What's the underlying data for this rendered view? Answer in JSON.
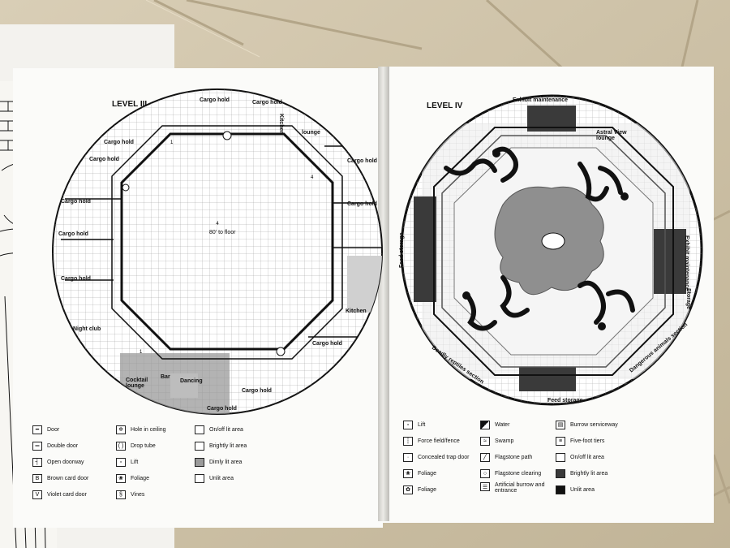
{
  "left_page": {
    "level_title": "LEVEL III",
    "labels": {
      "cargo_hold": "Cargo hold",
      "kitchen": "Kitchen",
      "lounge": "lounge",
      "floor_note": "80' to floor",
      "night_club": "Night club",
      "cocktail_lounge": "Cocktail lounge",
      "bar": "Bar",
      "dancing": "Dancing"
    },
    "legend": [
      {
        "icon": "door-icon",
        "label": "Door"
      },
      {
        "icon": "double-door-icon",
        "label": "Double door"
      },
      {
        "icon": "open-doorway-icon",
        "label": "Open doorway"
      },
      {
        "icon": "B",
        "label": "Brown card door"
      },
      {
        "icon": "V",
        "label": "Violet card door"
      },
      {
        "icon": "hole-in-ceiling-icon",
        "label": "Hole in ceiling"
      },
      {
        "icon": "drop-tube-icon",
        "label": "Drop tube"
      },
      {
        "icon": "lift-icon",
        "label": "Lift"
      },
      {
        "icon": "foliage-icon",
        "label": "Foliage"
      },
      {
        "icon": "vines-icon",
        "label": "Vines"
      },
      {
        "icon": "on-off-lit-icon",
        "label": "On/off lit area"
      },
      {
        "icon": "brightly-lit-icon",
        "label": "Brightly lit area"
      },
      {
        "icon": "dimly-lit-icon",
        "label": "Dimly lit area"
      },
      {
        "icon": "unlit-icon",
        "label": "Unlit area"
      }
    ]
  },
  "right_page": {
    "level_title": "LEVEL IV",
    "labels": {
      "exhibit_maintenance": "Exhibit maintenance",
      "astral_view_lounge": "Astral View lounge",
      "feed_storage": "Feed storage",
      "storage": "Storage",
      "deadly_reptiles": "Deadly reptiles section",
      "dangerous_animals": "Dangerous animals section"
    },
    "legend": [
      {
        "icon": "lift-icon",
        "label": "Lift"
      },
      {
        "icon": "force-field-icon",
        "label": "Force field/fence"
      },
      {
        "icon": "concealed-trap-door-icon",
        "label": "Concealed trap door"
      },
      {
        "icon": "foliage-icon",
        "label": "Foliage"
      },
      {
        "icon": "foliage-icon",
        "label": "Foliage"
      },
      {
        "icon": "water-icon",
        "label": "Water"
      },
      {
        "icon": "swamp-icon",
        "label": "Swamp"
      },
      {
        "icon": "flagstone-path-icon",
        "label": "Flagstone path"
      },
      {
        "icon": "flagstone-clearing-icon",
        "label": "Flagstone clearing"
      },
      {
        "icon": "artificial-burrow-icon",
        "label": "Artificial burrow and entrance"
      },
      {
        "icon": "burrow-serviceway-icon",
        "label": "Burrow serviceway"
      },
      {
        "icon": "five-foot-tiers-icon",
        "label": "Five-foot tiers"
      },
      {
        "icon": "on-off-lit-icon",
        "label": "On/off lit area"
      },
      {
        "icon": "brightly-lit-icon",
        "label": "Brightly lit area"
      },
      {
        "icon": "unlit-icon",
        "label": "Unlit area"
      }
    ]
  },
  "colors": {
    "floor_tile": "#cbbfa6",
    "paper": "#fbfbf9",
    "ink": "#111111",
    "dim_shade": "#9a9a9a",
    "dark_shade": "#3a3a3a"
  }
}
